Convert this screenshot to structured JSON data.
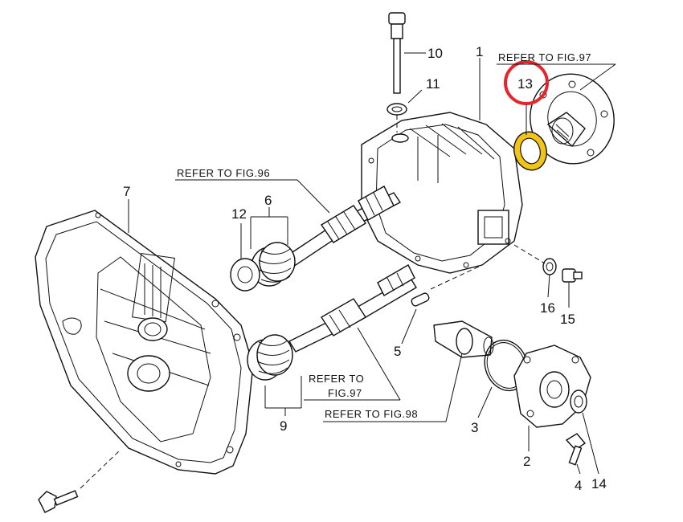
{
  "parts": [
    {
      "number": "1"
    },
    {
      "number": "2"
    },
    {
      "number": "3"
    },
    {
      "number": "4"
    },
    {
      "number": "5"
    },
    {
      "number": "6"
    },
    {
      "number": "7"
    },
    {
      "number": "9"
    },
    {
      "number": "10"
    },
    {
      "number": "11"
    },
    {
      "number": "12"
    },
    {
      "number": "13",
      "highlighted": true
    },
    {
      "number": "14"
    },
    {
      "number": "15"
    },
    {
      "number": "16"
    }
  ],
  "references": {
    "fig96": "REFER TO FIG.96",
    "fig97_top": "REFER TO FIG.97",
    "fig97_left_line1": "REFER TO",
    "fig97_left_line2": "FIG.97",
    "fig98": "REFER TO FIG.98"
  },
  "colors": {
    "highlight_circle": "#e8242b",
    "highlight_seal": "#f2c418",
    "line": "#111111"
  }
}
